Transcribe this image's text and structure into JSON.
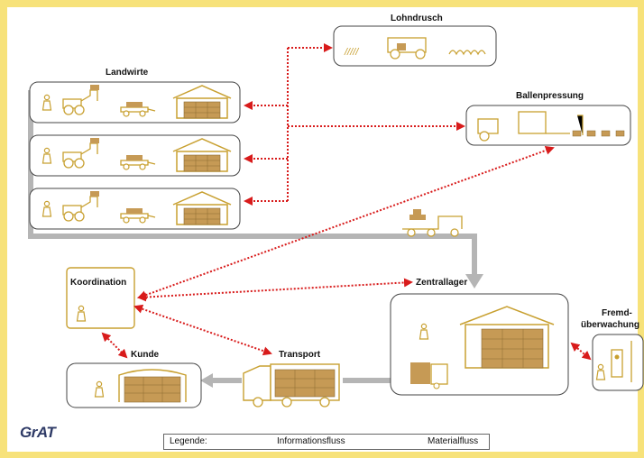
{
  "logo": "GrAT",
  "labels": {
    "landwirte": "Landwirte",
    "lohndrusch": "Lohndrusch",
    "ballenpressung": "Ballenpressung",
    "koordination": "Koordination",
    "zentrallager": "Zentrallager",
    "fremd_line1": "Fremd-",
    "fremd_line2": "überwachung",
    "kunde": "Kunde",
    "transport": "Transport",
    "lohndrusch_marks": "/////"
  },
  "legend": {
    "title": "Legende:",
    "info": "Informationsfluss",
    "material": "Materialfluss"
  },
  "colors": {
    "background": "#f7e27a",
    "accent": "#c8a030",
    "info_flow": "#d81b1b",
    "material_flow": "#b5b5b5"
  }
}
